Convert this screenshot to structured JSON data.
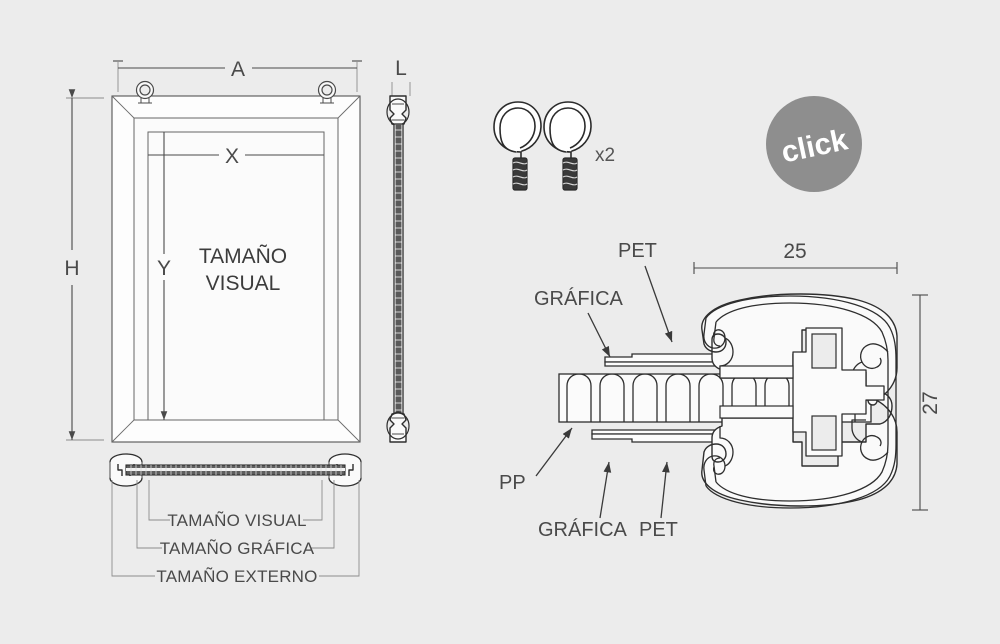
{
  "page": {
    "background_color": "#ececec",
    "ink_color": "#4a4a4a",
    "title": "Snap Frame Technical Diagram"
  },
  "front_view": {
    "name": "front-view",
    "dimensions": {
      "width_outer": "A",
      "height_outer": "H",
      "width_visual": "X",
      "height_visual": "Y"
    },
    "center_text_line1": "TAMAÑO",
    "center_text_line2": "VISUAL",
    "eyelet_count": 2
  },
  "side_view": {
    "name": "side-view",
    "dimension_label": "L"
  },
  "hooks": {
    "name": "screw-eye-hooks",
    "quantity_label": "x2",
    "count": 2
  },
  "click_badge": {
    "label": "click",
    "circle_color": "#8e8e8e",
    "text_color": "#ffffff",
    "rotation_deg": -12
  },
  "bottom_view": {
    "name": "bottom-profile-view",
    "callouts": [
      "TAMAÑO VISUAL",
      "TAMAÑO GRÁFICA",
      "TAMAÑO EXTERNO"
    ]
  },
  "cross_section": {
    "name": "profile-cross-section",
    "dimensions": {
      "width": "25",
      "height": "27"
    },
    "labels_top": [
      {
        "text": "GRÁFICA",
        "id": "grafica-top"
      },
      {
        "text": "PET",
        "id": "pet-top"
      }
    ],
    "labels_bottom": [
      {
        "text": "PP",
        "id": "pp"
      },
      {
        "text": "GRÁFICA",
        "id": "grafica-bottom"
      },
      {
        "text": "PET",
        "id": "pet-bottom"
      }
    ]
  }
}
